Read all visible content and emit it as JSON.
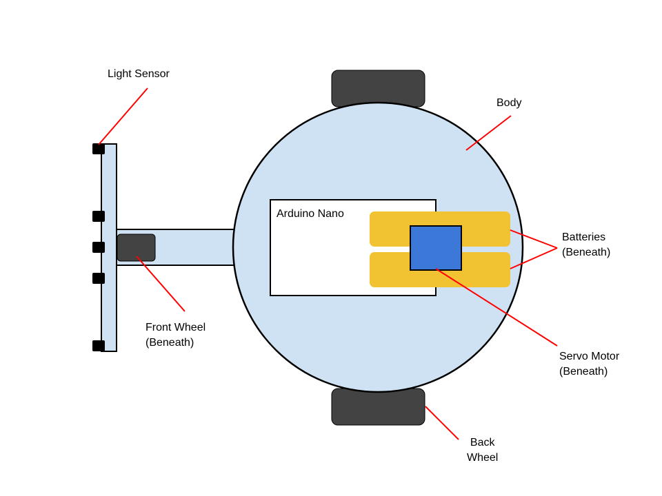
{
  "colors": {
    "body_fill": "#cfe2f3",
    "wheel_fill": "#434343",
    "battery_fill": "#f1c232",
    "servo_fill": "#3c78d8",
    "leader_line": "#ff0000",
    "outline": "#000000",
    "board_fill": "#ffffff"
  },
  "labels": {
    "light_sensor": "Light Sensor",
    "body": "Body",
    "arduino_nano": "Arduino Nano",
    "batteries_line1": "Batteries",
    "batteries_line2": "(Beneath)",
    "front_wheel_line1": "Front Wheel",
    "front_wheel_line2": "(Beneath)",
    "servo_motor_line1": "Servo Motor",
    "servo_motor_line2": "(Beneath)",
    "back_wheel_line1": "Back",
    "back_wheel_line2": "Wheel"
  }
}
